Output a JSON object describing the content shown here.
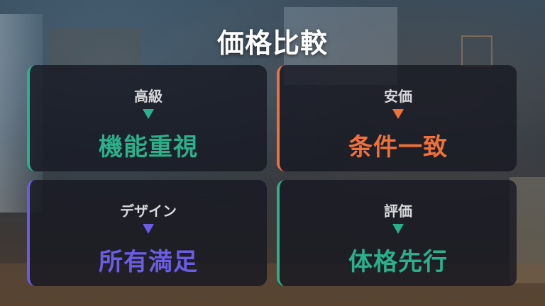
{
  "title": "価格比較",
  "colors": {
    "green": "#2ab08a",
    "orange": "#f0703a",
    "purple": "#6b5ce6"
  },
  "cards": [
    {
      "label": "高級",
      "value": "機能重視",
      "color": "#2ab08a",
      "arrow_icon": "down-triangle-icon"
    },
    {
      "label": "安価",
      "value": "条件一致",
      "color": "#f0703a",
      "arrow_icon": "down-triangle-icon"
    },
    {
      "label": "デザイン",
      "value": "所有満足",
      "color": "#6b5ce6",
      "arrow_icon": "down-triangle-icon"
    },
    {
      "label": "評価",
      "value": "体格先行",
      "color": "#2ab08a",
      "arrow_icon": "down-triangle-icon"
    }
  ]
}
